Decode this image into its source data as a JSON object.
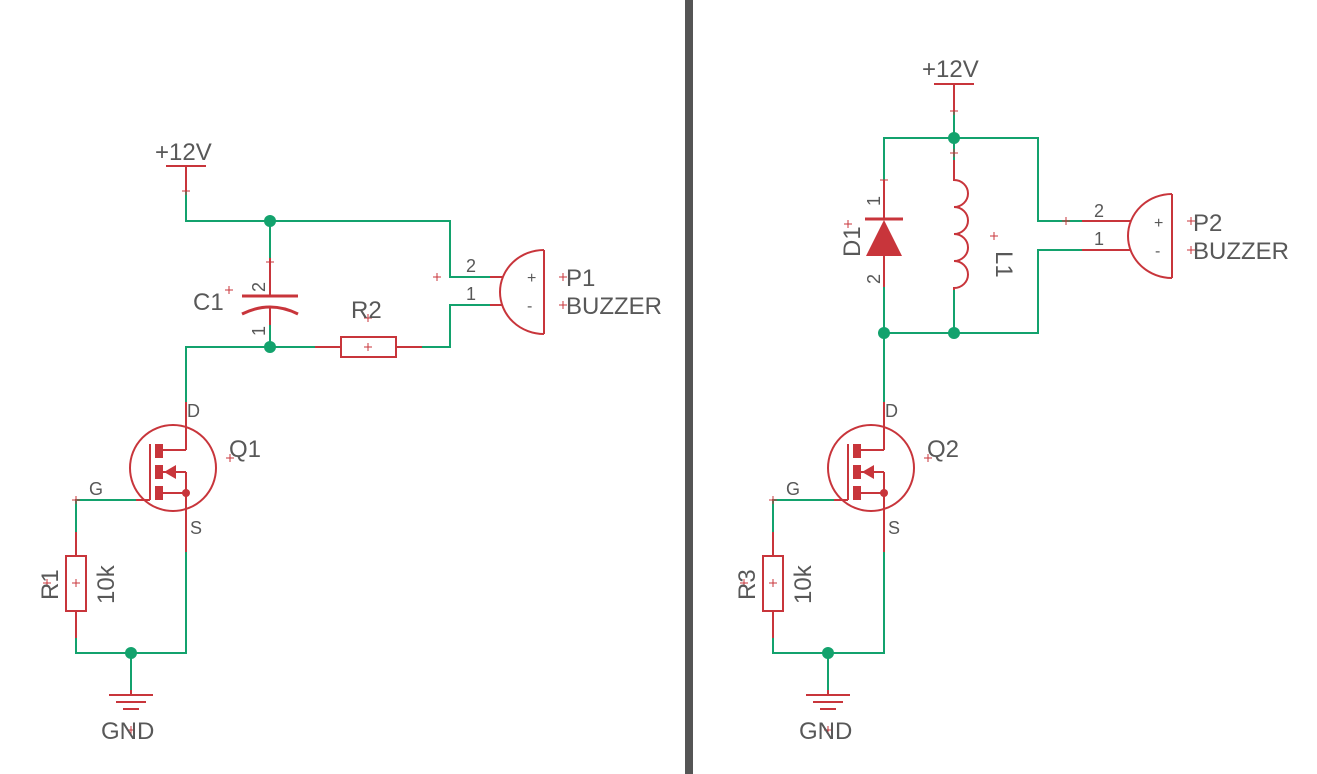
{
  "colors": {
    "wire": "#13a26d",
    "symbol": "#c8353b",
    "text": "#585858",
    "divider": "#555555",
    "background": "#ffffff"
  },
  "left": {
    "supply": "+12V",
    "ground": "GND",
    "capacitor": {
      "name": "C1",
      "pin_top": "2",
      "pin_bottom": "1"
    },
    "resistor_series": {
      "name": "R2"
    },
    "buzzer": {
      "name": "P1",
      "value": "BUZZER",
      "pin_pos": "2",
      "pin_neg": "1",
      "plus": "+",
      "minus": "-"
    },
    "mosfet": {
      "name": "Q1",
      "drain": "D",
      "gate": "G",
      "source": "S"
    },
    "resistor_gate": {
      "name": "R1",
      "value": "10k"
    }
  },
  "right": {
    "supply": "+12V",
    "ground": "GND",
    "diode": {
      "name": "D1",
      "pin_top": "1",
      "pin_bottom": "2"
    },
    "inductor": {
      "name": "L1"
    },
    "buzzer": {
      "name": "P2",
      "value": "BUZZER",
      "pin_pos": "2",
      "pin_neg": "1",
      "plus": "+",
      "minus": "-"
    },
    "mosfet": {
      "name": "Q2",
      "drain": "D",
      "gate": "G",
      "source": "S"
    },
    "resistor_gate": {
      "name": "R3",
      "value": "10k"
    }
  }
}
